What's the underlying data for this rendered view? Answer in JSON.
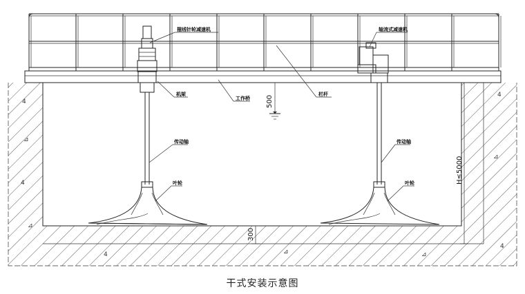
{
  "diagram": {
    "labels": {
      "gear_reducer": "摆线针轮减速机",
      "axial_reducer": "轴流式减速机",
      "frame": "机架",
      "work_bridge": "工作桥",
      "railing": "栏杆",
      "drive_shaft_left": "传动轴",
      "drive_shaft_right": "传动轴",
      "impeller_left": "叶轮",
      "impeller_right": "叶轮"
    },
    "dimensions": {
      "water_level": "500",
      "bottom_clearance": "300",
      "depth": "H≤5000"
    },
    "ground_marks": [
      "4",
      "⊿",
      "4",
      "⊿",
      "4",
      "⊿",
      "⊿",
      "4",
      "⊿",
      "4"
    ]
  },
  "caption": "干式安装示意图"
}
